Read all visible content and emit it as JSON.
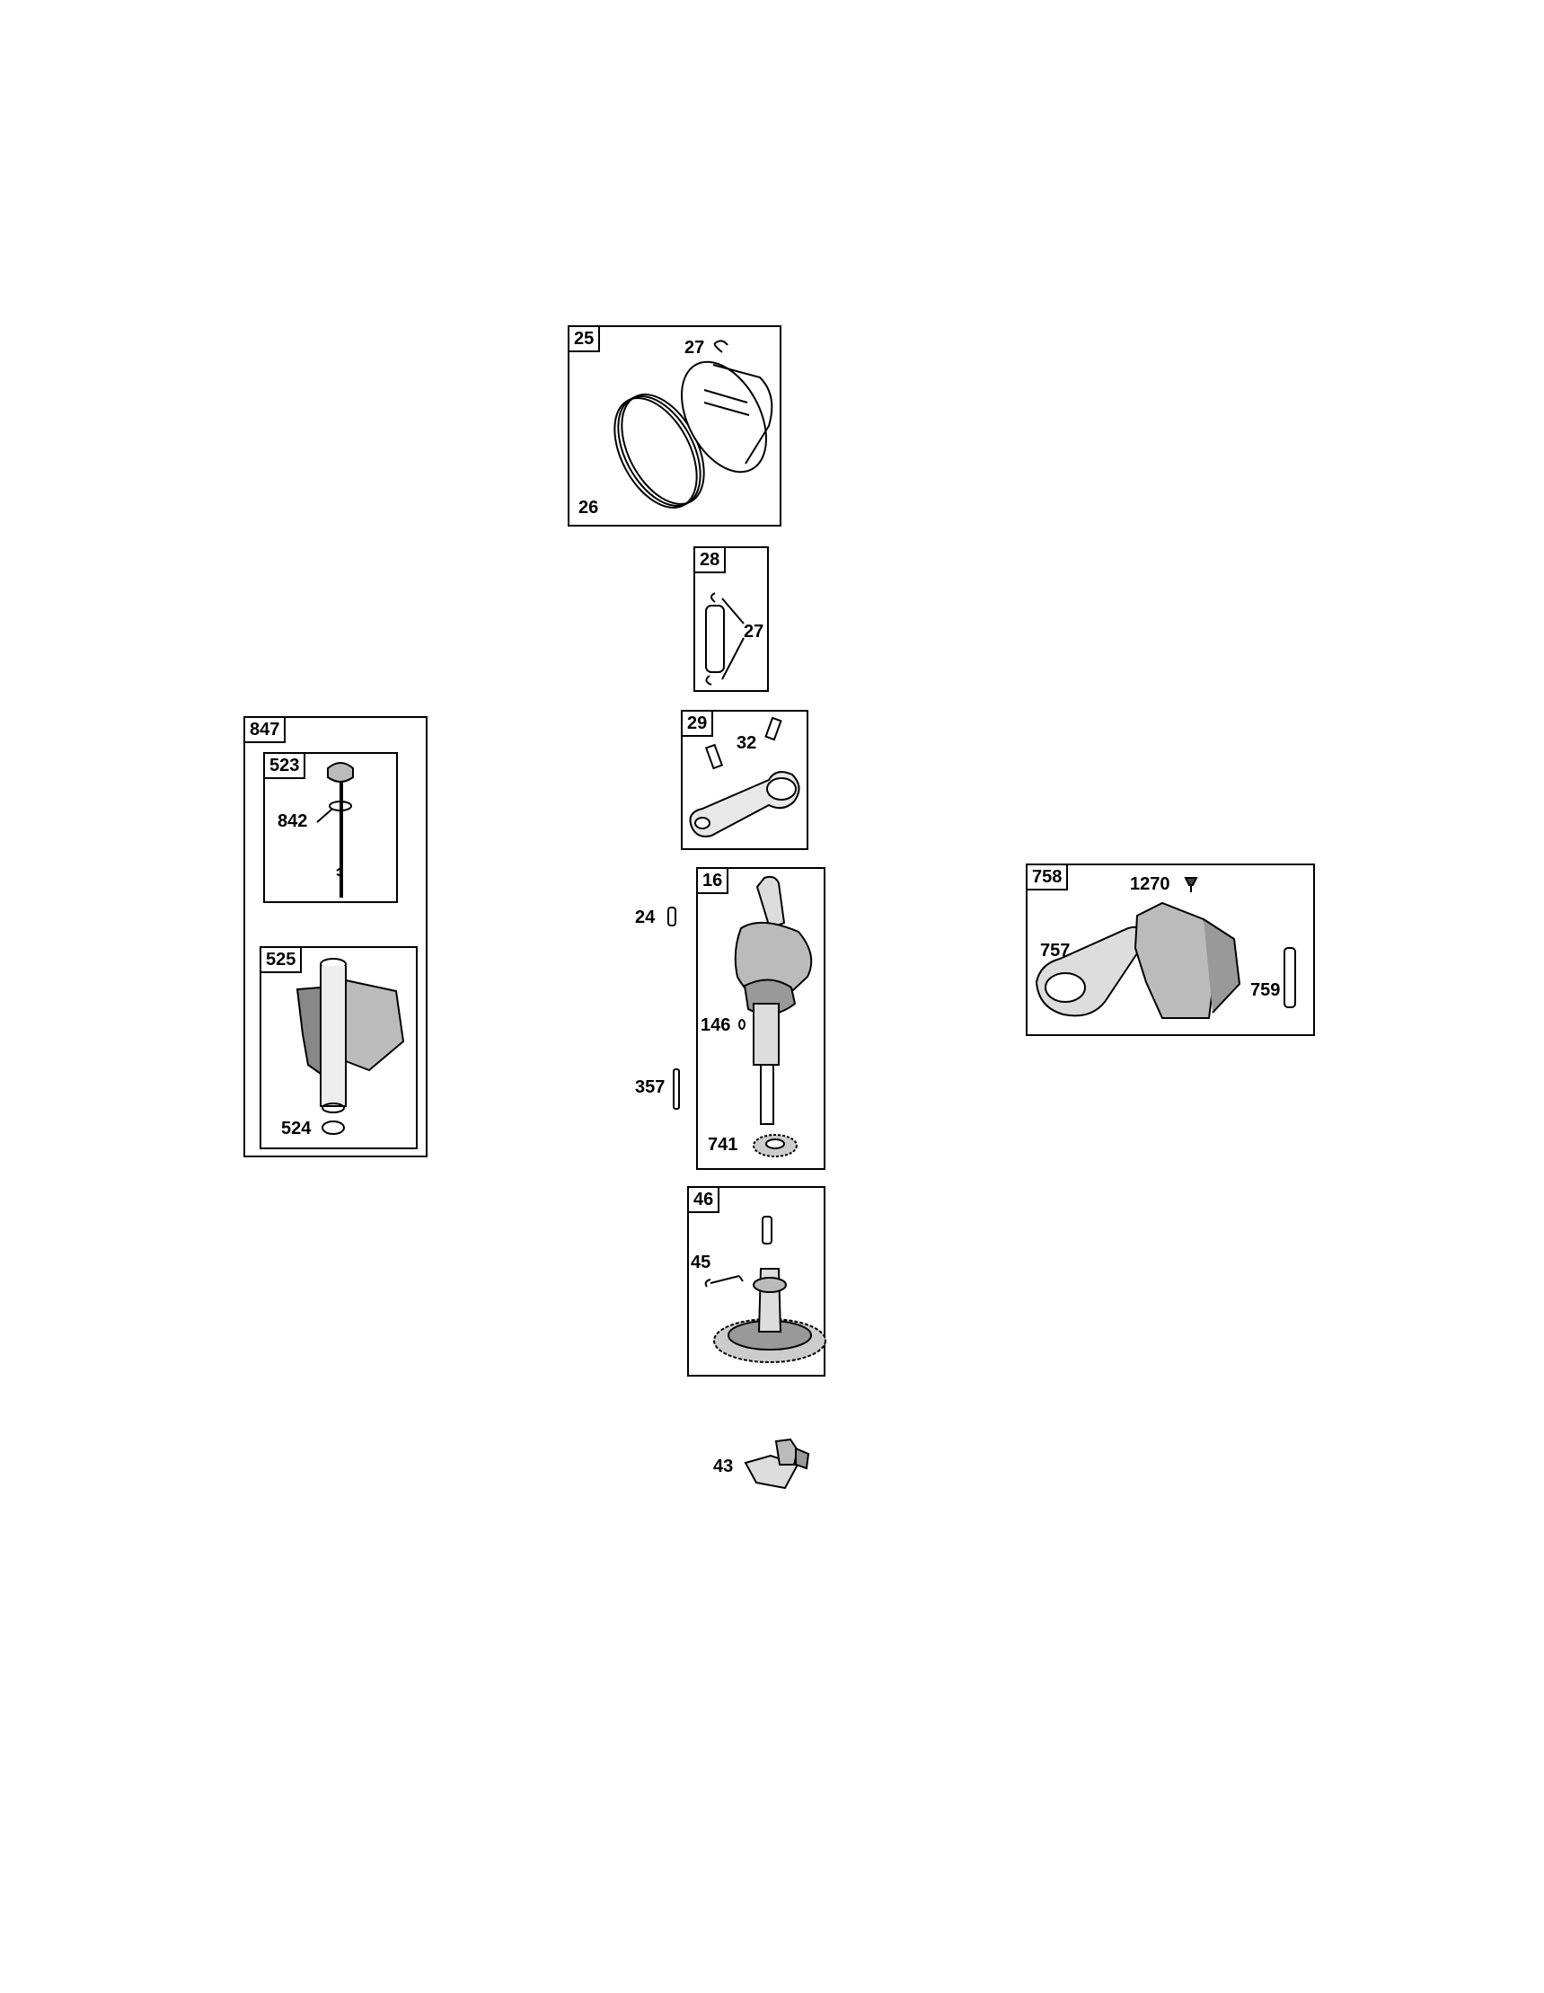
{
  "groups": {
    "piston_assembly": {
      "ref": "25",
      "labels": {
        "clip": "27",
        "rings": "26"
      }
    },
    "piston_pin": {
      "ref": "28",
      "labels": {
        "clips": "27"
      }
    },
    "connecting_rod": {
      "ref": "29",
      "labels": {
        "bolts": "32"
      }
    },
    "crankshaft": {
      "ref": "16",
      "labels": {
        "key_pin": "24",
        "plug": "146",
        "pin": "357",
        "gear": "741"
      }
    },
    "cam_gear": {
      "ref": "46",
      "labels": {
        "pin": "45"
      }
    },
    "governor": {
      "labels": {
        "part": "43"
      }
    },
    "dipstick_tube_kit": {
      "ref": "847",
      "dipstick": {
        "ref": "523",
        "labels": {
          "o_ring": "842"
        }
      },
      "tube": {
        "ref": "525",
        "labels": {
          "o_ring": "524"
        }
      }
    },
    "balancer_kit": {
      "ref": "758",
      "labels": {
        "screw": "1270",
        "weight": "757",
        "shaft": "759"
      }
    }
  }
}
